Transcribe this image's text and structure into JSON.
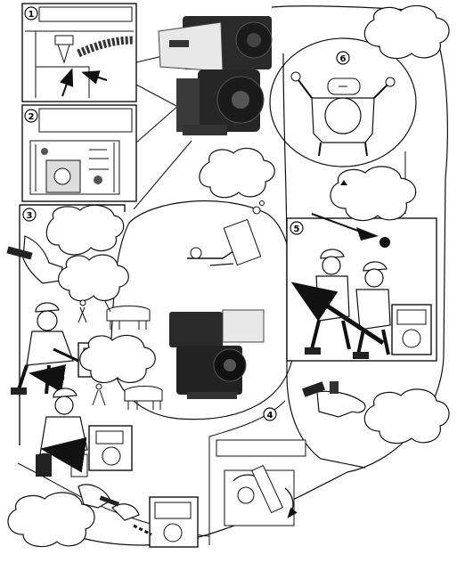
{
  "steps": [
    {
      "id": 1,
      "label": "1"
    },
    {
      "id": 2,
      "label": "2"
    },
    {
      "id": 3,
      "label": "3"
    },
    {
      "id": 4,
      "label": "4"
    },
    {
      "id": 5,
      "label": "5"
    },
    {
      "id": 6,
      "label": "6"
    }
  ],
  "icons": {
    "engine": "diesel-engine-icon",
    "generator": "generator-icon",
    "worker": "worker-with-helmet-icon",
    "cattle": "oxen-plowing-icon",
    "hand": "hand-pointing-icon",
    "arrow": "direction-arrow-icon"
  },
  "colors": {
    "line": "#111111",
    "paper": "#ffffff",
    "engine_body": "#2a2a2a",
    "engine_panel": "#e8e8e8"
  }
}
